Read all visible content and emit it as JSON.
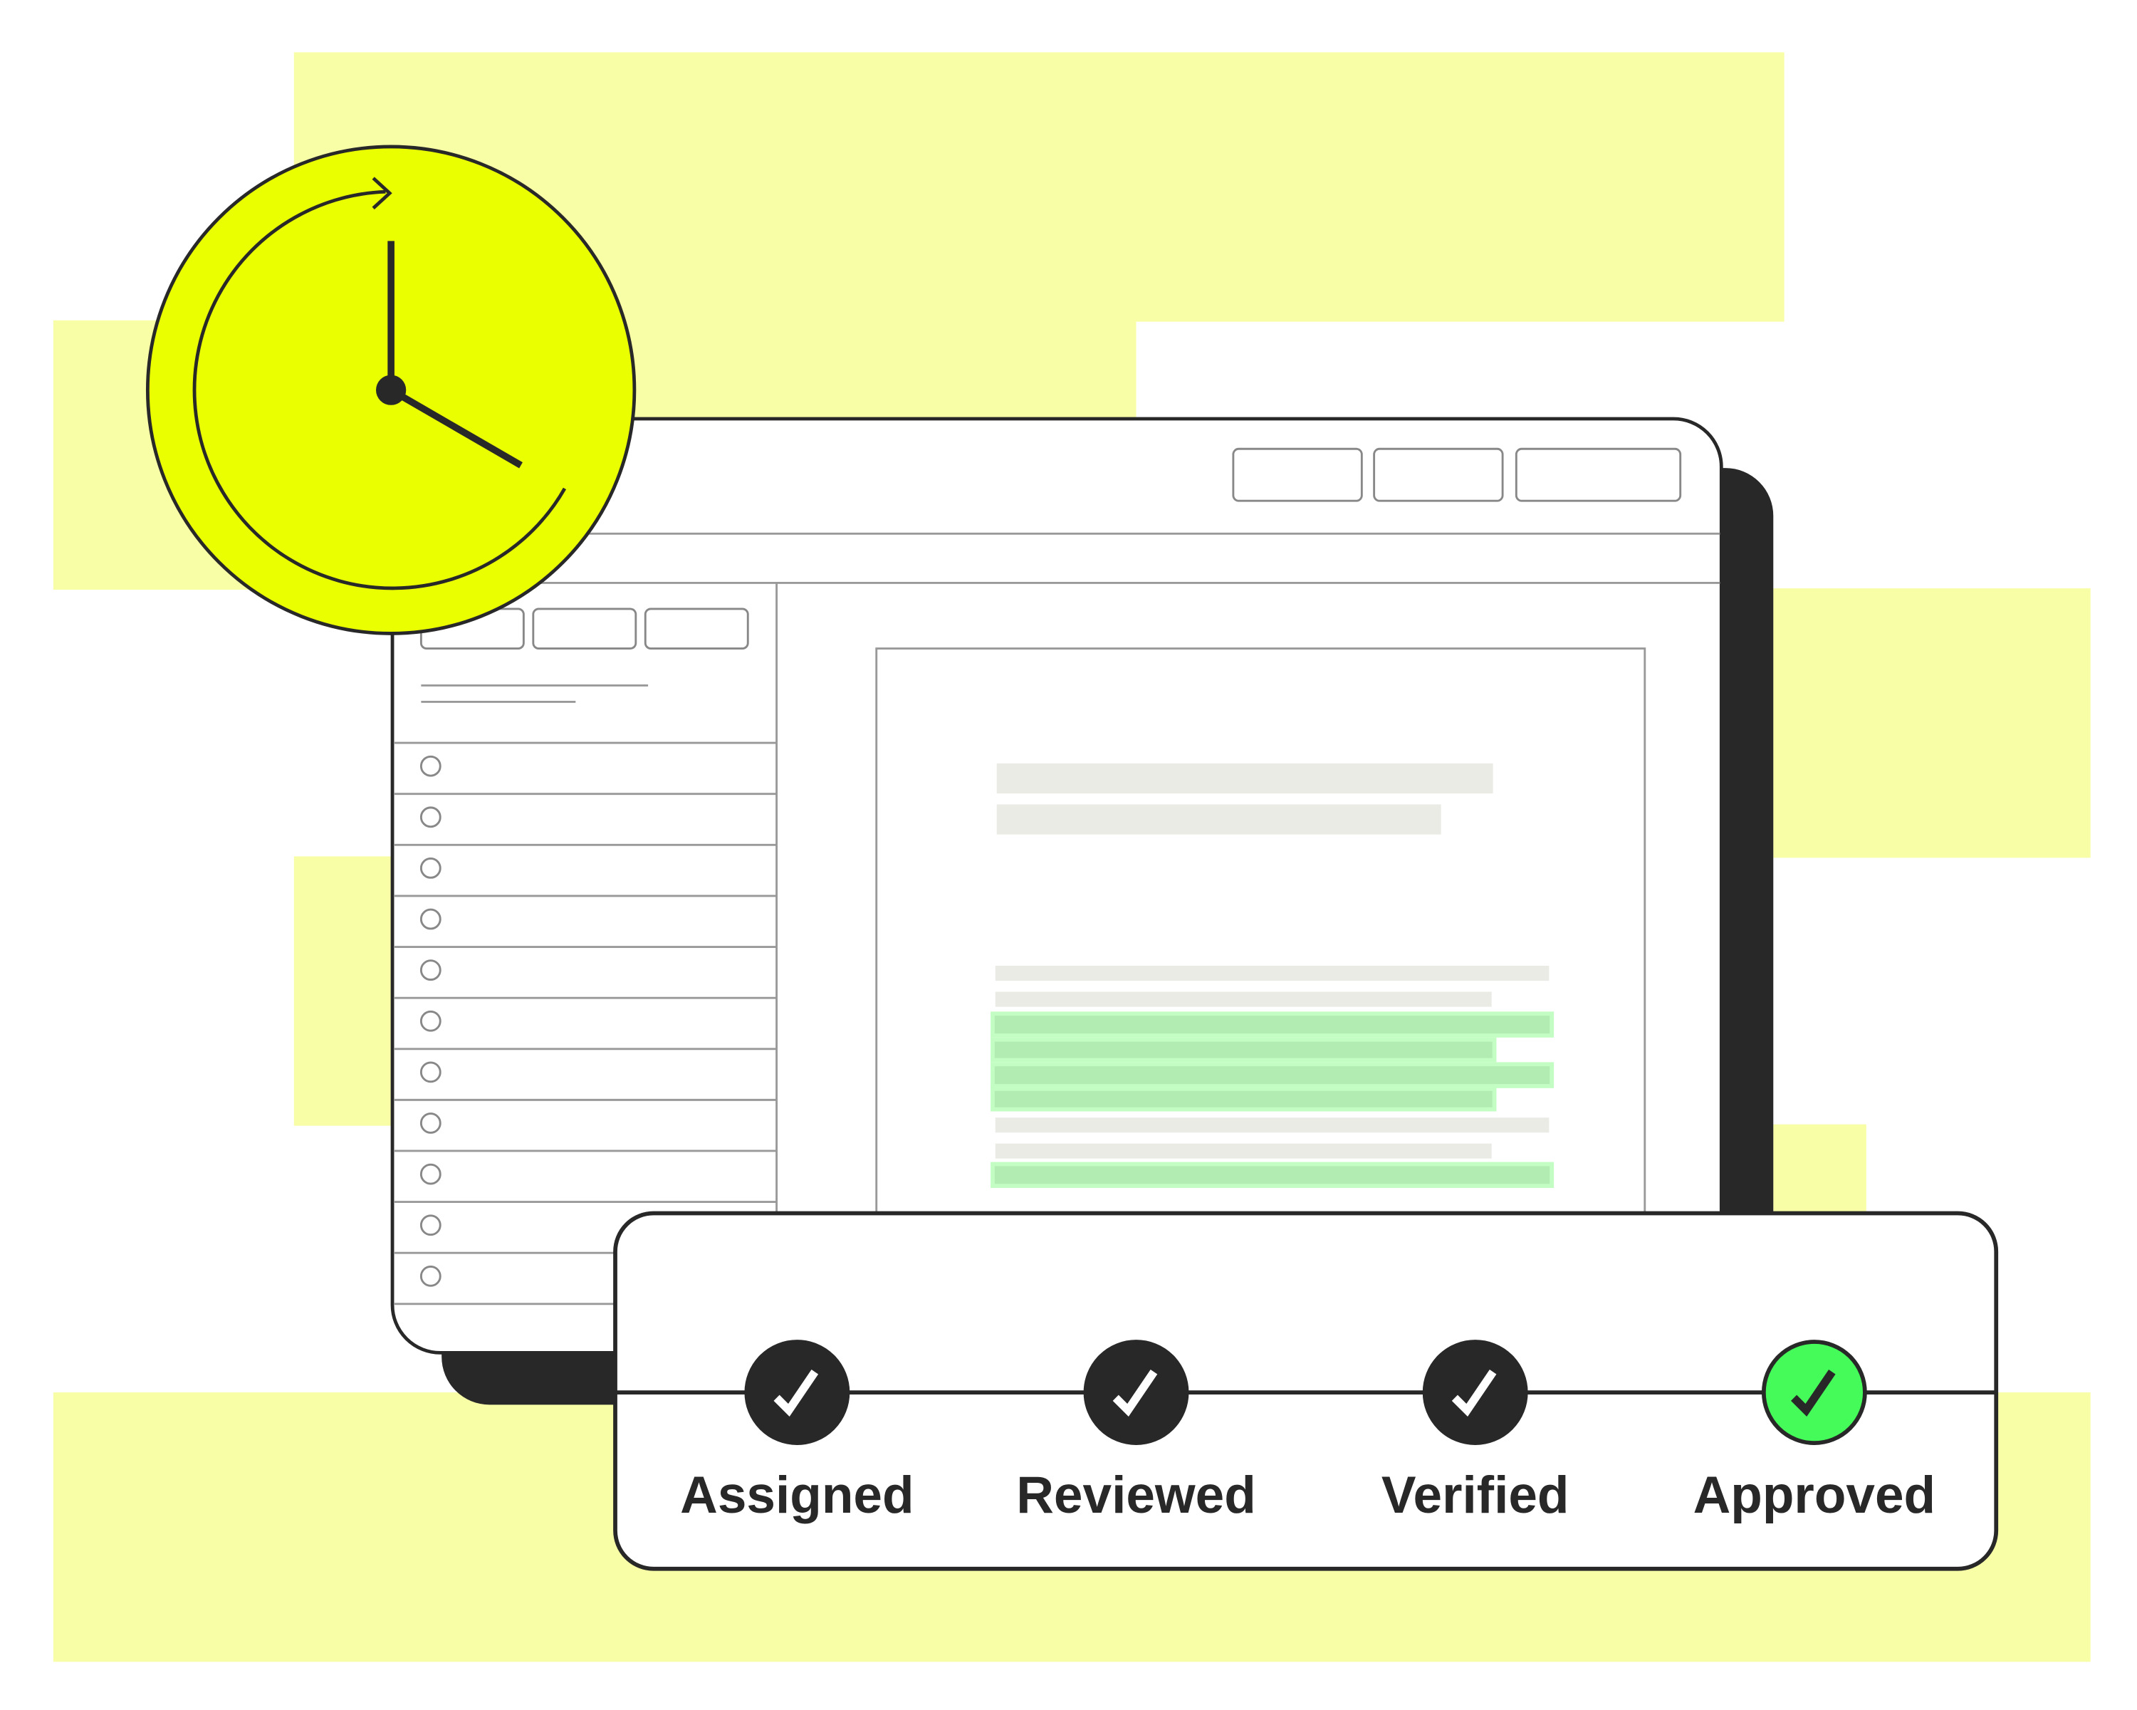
{
  "colors": {
    "background_highlight": "#f8fea6",
    "clock_fill": "#eaff00",
    "ink": "#282828",
    "placeholder": "#ebebe6",
    "highlight_green": "#b3ecb3",
    "approved_green": "#44fb5a"
  },
  "workflow": {
    "steps": [
      {
        "label": "Assigned",
        "status": "complete"
      },
      {
        "label": "Reviewed",
        "status": "complete"
      },
      {
        "label": "Verified",
        "status": "complete"
      },
      {
        "label": "Approved",
        "status": "current-complete"
      }
    ]
  }
}
